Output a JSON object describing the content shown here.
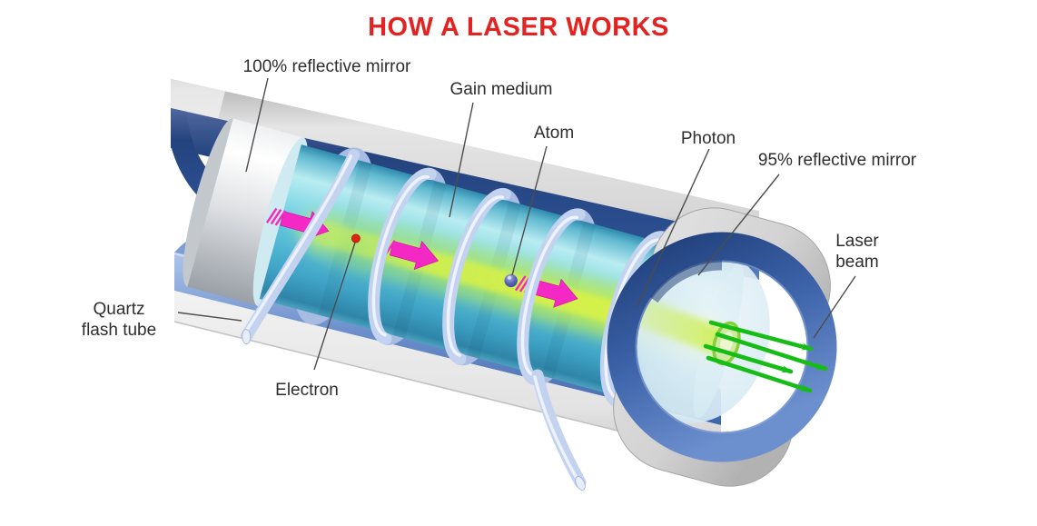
{
  "title": {
    "text": "HOW A LASER WORKS"
  },
  "labels": {
    "mirror100": "100% reflective mirror",
    "gain_medium": "Gain medium",
    "atom": "Atom",
    "photon": "Photon",
    "mirror95": "95% reflective mirror",
    "laser_beam_line1": "Laser",
    "laser_beam_line2": "beam",
    "quartz_line1": "Quartz",
    "quartz_line2": "flash tube",
    "electron": "Electron"
  },
  "colors": {
    "title_red": "#e32322",
    "label_text": "#2e2e2e",
    "leader_line": "#4c4c4c",
    "casing_gray": "#d9d9d9",
    "lining_blue_dark": "#24437e",
    "lining_blue_light": "#6c8fce",
    "gain_medium_cyan": "#5cc3dc",
    "mirror_silver": "#e3e4e6",
    "mirror95_glass": "#dceef6",
    "coil_tube": "#c2d2ef",
    "beam_glow": "#d9f148",
    "arrow_magenta": "#f428c4",
    "laser_green": "#16bd16",
    "electron_red": "#e32310",
    "atom_blue": "#5a66b6"
  }
}
